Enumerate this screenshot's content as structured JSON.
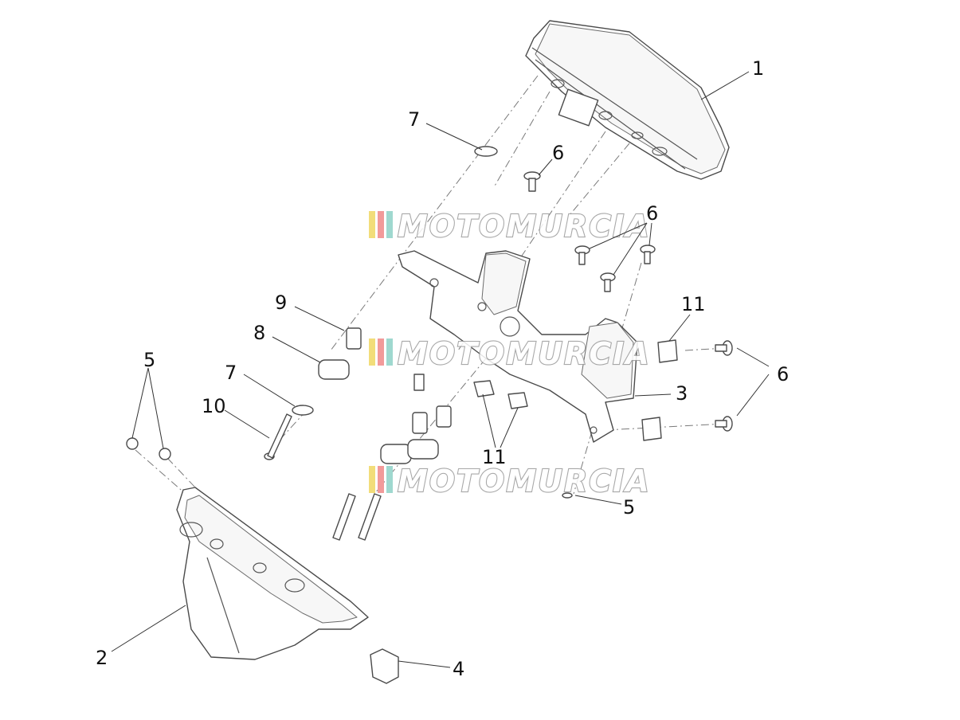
{
  "callouts": {
    "c1": "1",
    "c2": "2",
    "c3": "3",
    "c4": "4",
    "c5a": "5",
    "c5b": "5",
    "c6a": "6",
    "c6b": "6",
    "c6c": "6",
    "c7a": "7",
    "c7b": "7",
    "c8": "8",
    "c9": "9",
    "c10": "10",
    "c11a": "11",
    "c11b": "11"
  },
  "watermark": {
    "text": "MOTOMURCIA",
    "stripe_colors": [
      "#f2dd7a",
      "#f29a9a",
      "#9fd8cf"
    ]
  }
}
